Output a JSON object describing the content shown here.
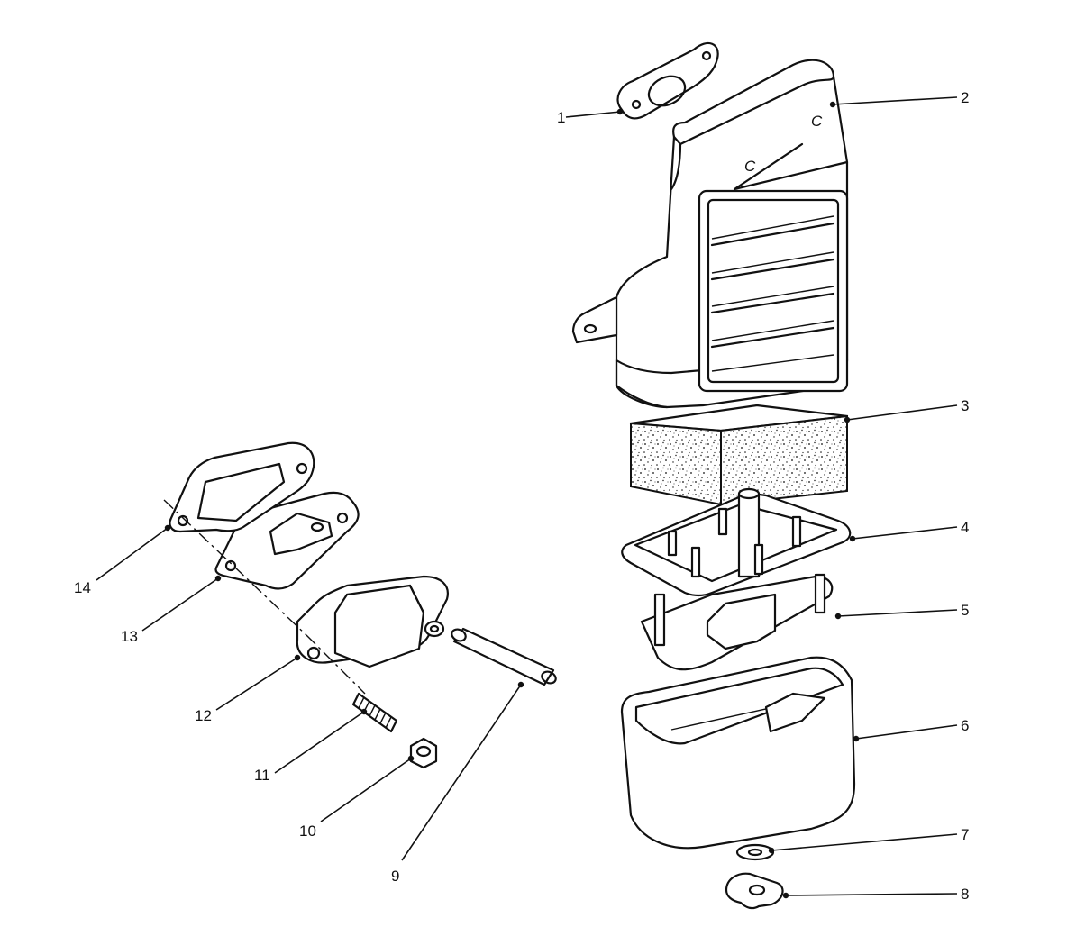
{
  "callouts": {
    "c1": "1",
    "c2": "2",
    "c3": "3",
    "c4": "4",
    "c5": "5",
    "c6": "6",
    "c7": "7",
    "c8": "8",
    "c9": "9",
    "c10": "10",
    "c11": "11",
    "c12": "12",
    "c13": "13",
    "c14": "14"
  },
  "housing_marks": {
    "left": "C",
    "right": "C"
  },
  "colors": {
    "ink": "#111111",
    "paper": "#ffffff"
  }
}
